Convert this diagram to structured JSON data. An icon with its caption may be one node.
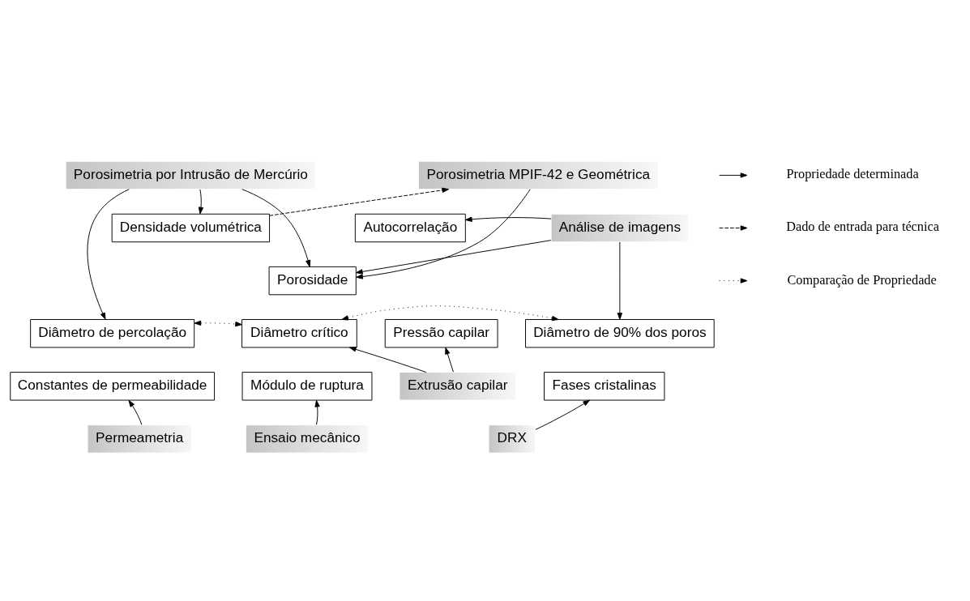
{
  "diagram": {
    "nodes": [
      {
        "text": [
          "Porosimetria por Intrusão de Mercúrio"
        ]
      },
      {
        "text": [
          "Densidade volumétrica"
        ]
      },
      {
        "text": [
          "Porosimetria MPIF-42 e Geométrica"
        ]
      },
      {
        "text": [
          "Autocorrelação"
        ]
      },
      {
        "text": [
          "Análise de imagens"
        ]
      },
      {
        "text": [
          "Porosidade"
        ]
      },
      {
        "text": [
          "Diâmetro de percolação"
        ]
      },
      {
        "text": [
          "Diâmetro crítico"
        ]
      },
      {
        "text": [
          "Diâmetro de 90% dos poros"
        ]
      },
      {
        "text": [
          "Constantes de permeabilidade"
        ]
      },
      {
        "text": [
          "Módulo de ruptura"
        ]
      },
      {
        "text": [
          "Pressão capilar"
        ]
      },
      {
        "text": [
          "Fases cristalinas"
        ]
      },
      {
        "text": [
          "Permeametria"
        ]
      },
      {
        "text": [
          "Ensaio mecânico"
        ]
      },
      {
        "text": [
          "Extrusão capilar"
        ]
      },
      {
        "text": [
          "DRX"
        ]
      }
    ],
    "edges": [
      {
        "from": 0,
        "to": 1,
        "arrow": "to"
      },
      {
        "from": 1,
        "to": 2,
        "arrow": "to",
        "style": "dashed"
      },
      {
        "from": 2,
        "to": 5,
        "arrow": "to"
      },
      {
        "from": 4,
        "to": 3,
        "arrow": "to"
      },
      {
        "from": 0,
        "to": 5,
        "arrow": "to"
      },
      {
        "from": 4,
        "to": 5,
        "arrow": "to"
      },
      {
        "from": 0,
        "to": 6,
        "arrow": "to"
      },
      {
        "from": 4,
        "to": 8,
        "arrow": "to"
      },
      {
        "from": 6,
        "to": 7,
        "arrow": "both",
        "style": "dashed"
      },
      {
        "from": 7,
        "to": 8,
        "arrow": "both",
        "style": "dashed"
      },
      {
        "from": 15,
        "to": 7,
        "arrow": "to"
      },
      {
        "from": 15,
        "to": 11,
        "arrow": "to"
      },
      {
        "from": 13,
        "to": 9,
        "arrow": "to"
      },
      {
        "from": 14,
        "to": 10,
        "arrow": "to"
      },
      {
        "from": 16,
        "to": 12,
        "arrow": "to"
      }
    ],
    "legend": [
      {
        "text": "Propriedade determinada"
      },
      {
        "text": "Dado de entrada para técnica"
      },
      {
        "text": "Comparação de Propriedade"
      }
    ]
  }
}
